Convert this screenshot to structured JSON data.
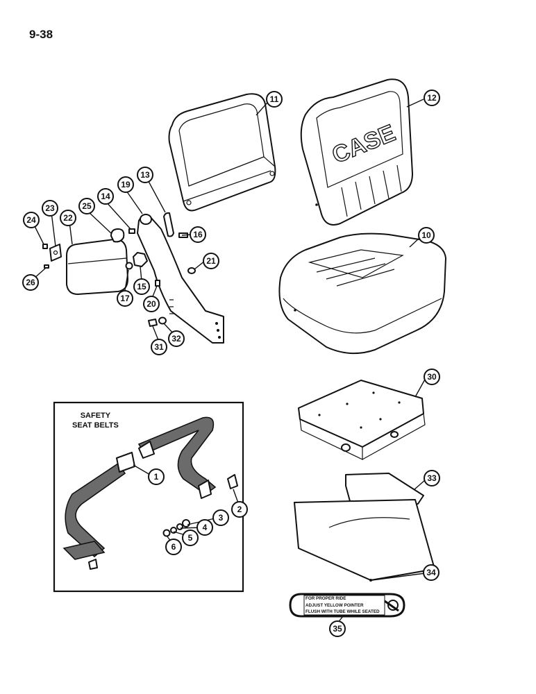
{
  "page_number": "9-38",
  "inset": {
    "title_line1": "SAFETY",
    "title_line2": "SEAT BELTS"
  },
  "decal": {
    "line1": "FOR PROPER RIDE",
    "line2": "ADJUST YELLOW POINTER",
    "line3": "FLUSH WITH TUBE WHILE SEATED"
  },
  "callouts": {
    "c1": "1",
    "c2": "2",
    "c3": "3",
    "c4": "4",
    "c5": "5",
    "c6": "6",
    "c10": "10",
    "c11": "11",
    "c12": "12",
    "c13": "13",
    "c14": "14",
    "c15": "15",
    "c16": "16",
    "c17": "17",
    "c19": "19",
    "c20": "20",
    "c21": "21",
    "c22": "22",
    "c23": "23",
    "c24": "24",
    "c25": "25",
    "c26": "26",
    "c30": "30",
    "c31": "31",
    "c32": "32",
    "c33": "33",
    "c34": "34",
    "c35": "35"
  },
  "backrest_logo": "CASE"
}
